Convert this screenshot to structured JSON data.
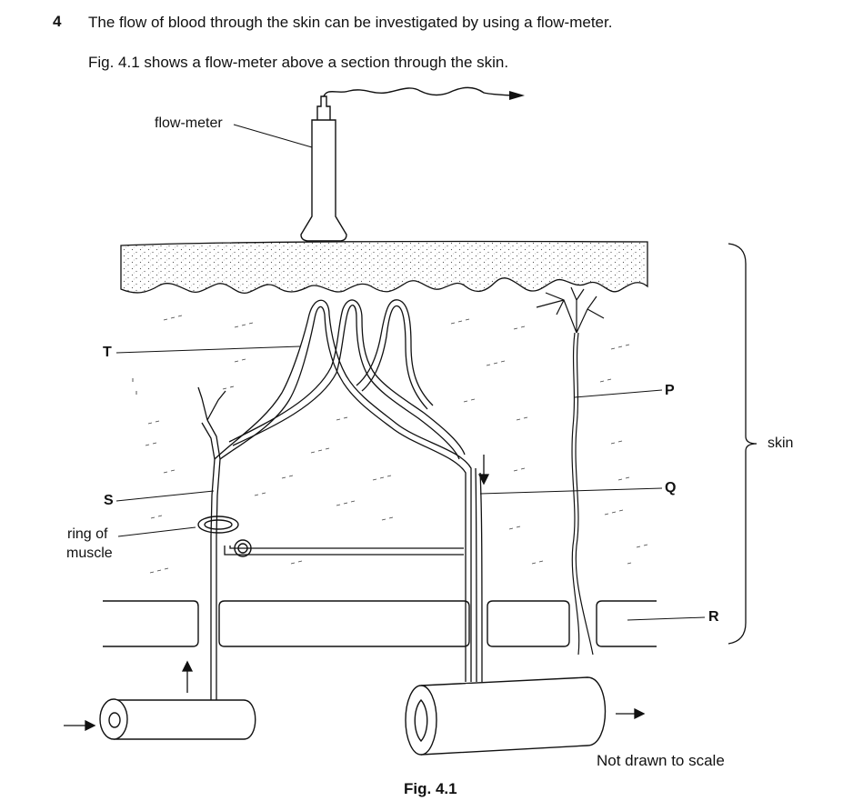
{
  "question": {
    "number": "4",
    "text": "The flow of blood through the skin can be investigated by using a flow-meter.",
    "figure_intro": "Fig. 4.1 shows a flow-meter above a section through the skin."
  },
  "figure": {
    "caption": "Fig. 4.1",
    "note": "Not drawn to scale",
    "labels": {
      "flow_meter": "flow-meter",
      "T": "T",
      "S": "S",
      "ring_of_muscle_line1": "ring of",
      "ring_of_muscle_line2": "muscle",
      "P": "P",
      "Q": "Q",
      "R": "R",
      "skin": "skin"
    }
  }
}
